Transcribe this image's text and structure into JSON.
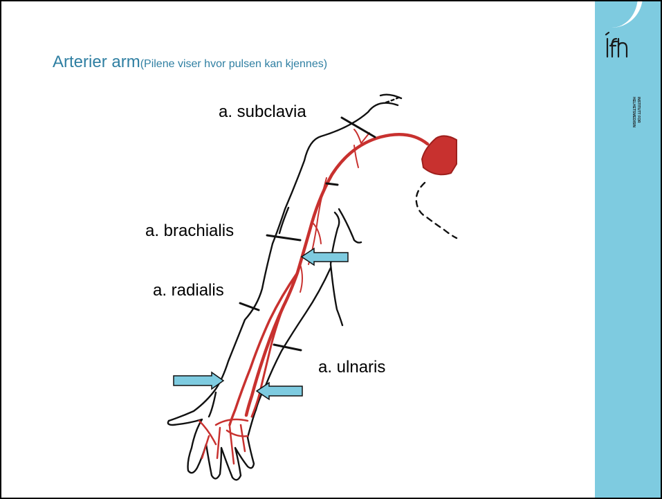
{
  "slide": {
    "title": "Arterier arm",
    "subtitle": "(Pilene viser hvor pulsen kan kjennes)"
  },
  "logo": {
    "mark": "ifh",
    "line1": "INSTITUTT FOR",
    "line2": "HELHETSMEDISIN"
  },
  "labels": {
    "subclavia": "a. subclavia",
    "brachialis": "a. brachialis",
    "radialis": "a. radialis",
    "ulnaris": "a. ulnaris"
  },
  "colors": {
    "sidebar": "#7ecbe0",
    "title": "#2f7fa2",
    "artery": "#c8312f",
    "pulse_arrow": "#7ecbe0"
  },
  "pulse_arrows": [
    {
      "site": "a. brachialis",
      "direction": "left"
    },
    {
      "site": "a. radialis",
      "direction": "right"
    },
    {
      "site": "a. ulnaris",
      "direction": "left"
    }
  ]
}
